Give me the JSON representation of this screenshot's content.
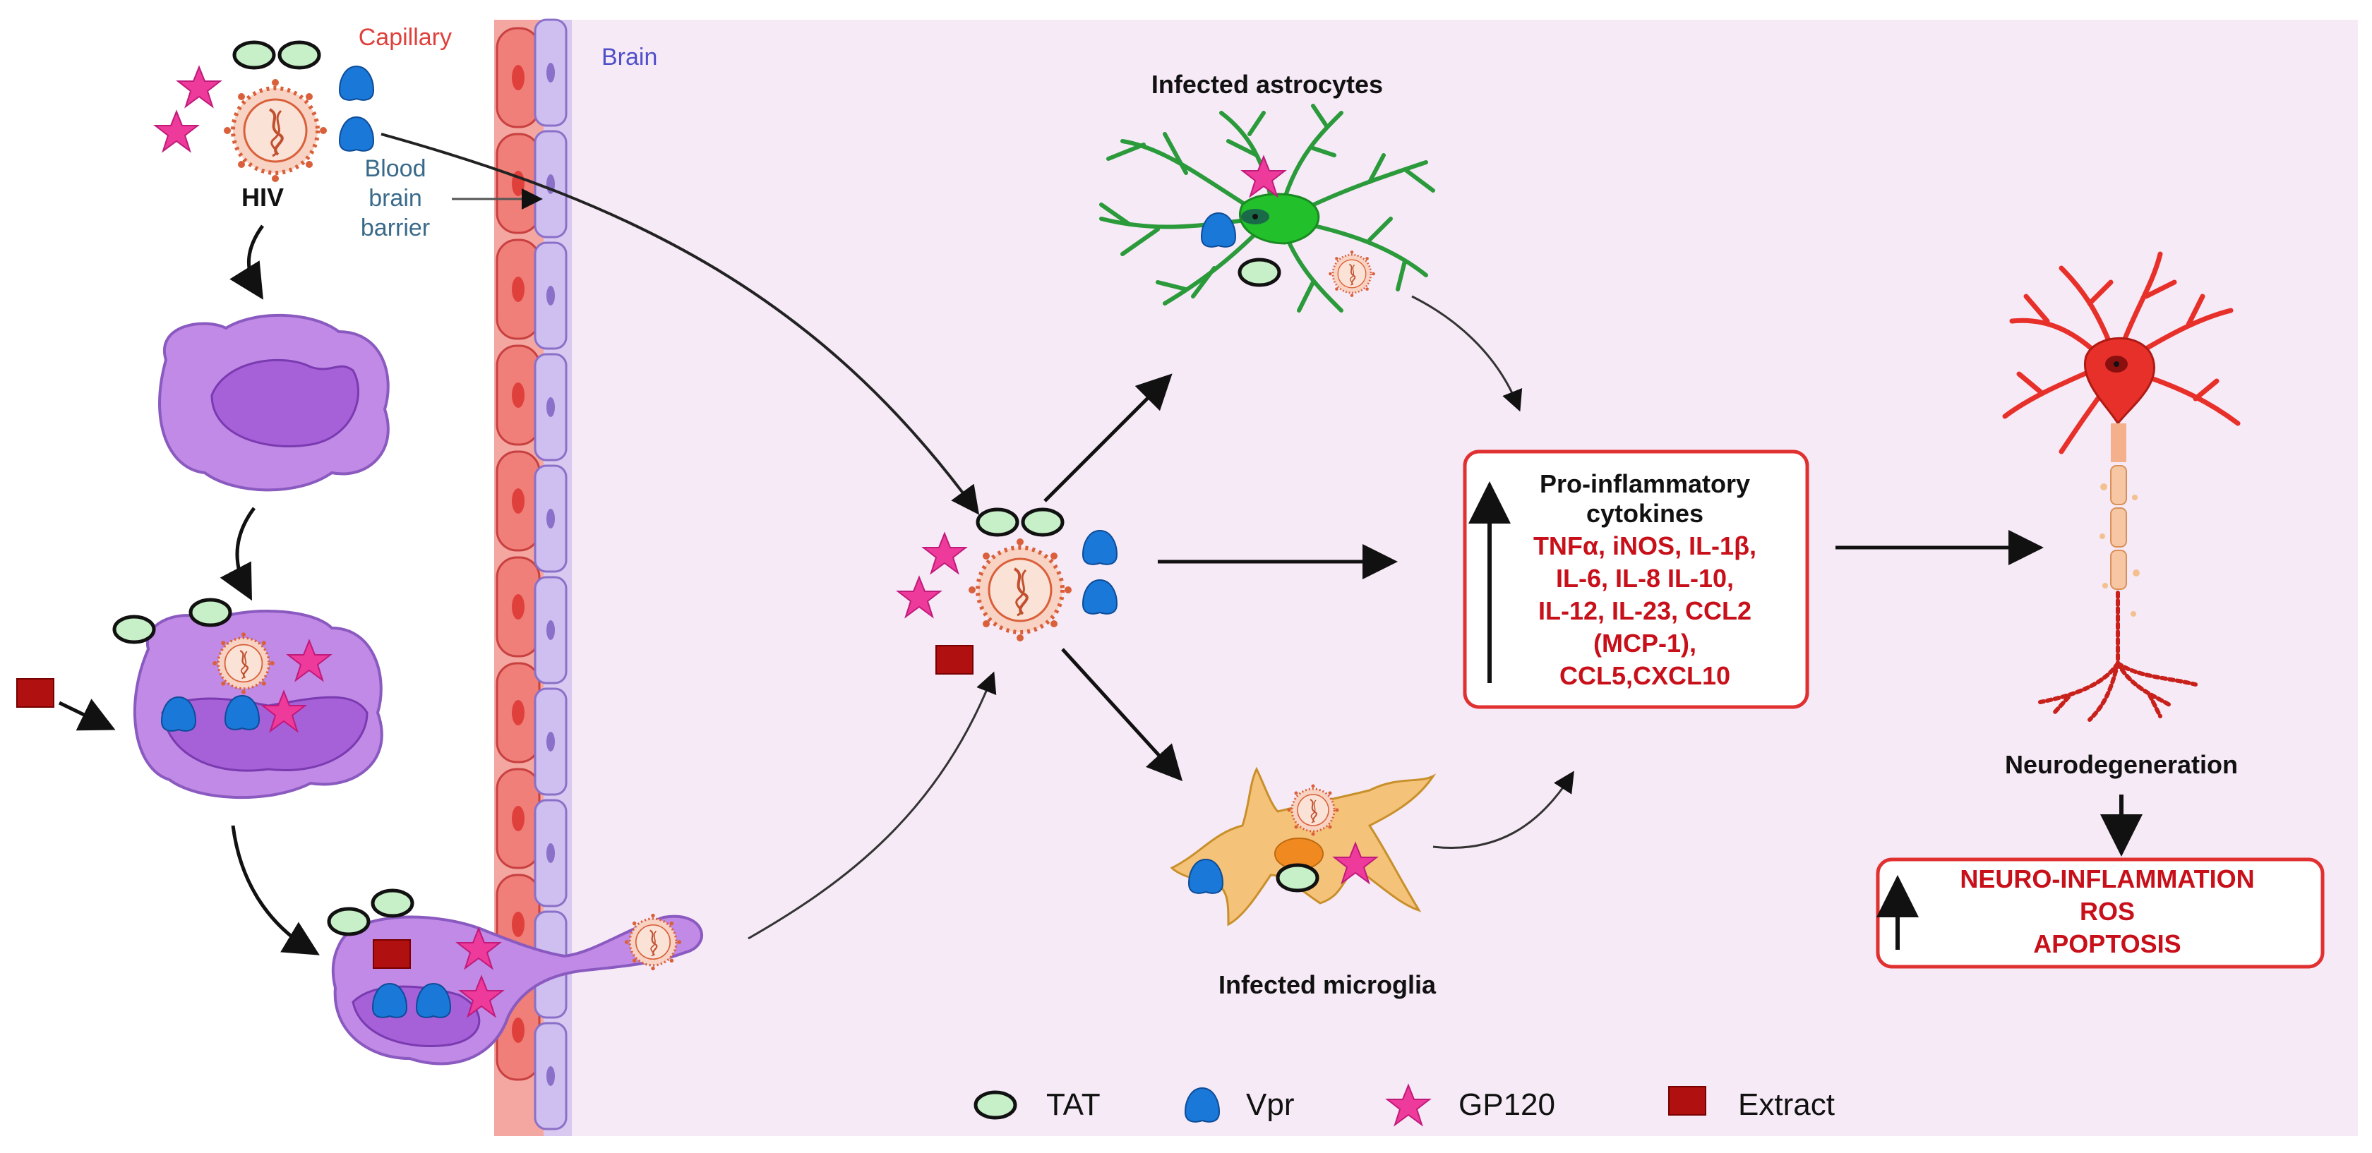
{
  "labels": {
    "capillary": "Capillary",
    "brain": "Brain",
    "hiv": "HIV",
    "bbb_line1": "Blood",
    "bbb_line2": "brain",
    "bbb_line3": "barrier",
    "infected_astrocytes": "Infected astrocytes",
    "infected_microglia": "Infected microglia",
    "neurodegeneration": "Neurodegeneration"
  },
  "cytokines_box": {
    "title_line1": "Pro-inflammatory",
    "title_line2": "cytokines",
    "items": [
      "TNFα, iNOS, IL-1β,",
      "IL-6, IL-8 IL-10,",
      "IL-12, IL-23, CCL2",
      "(MCP-1),",
      "CCL5,CXCL10"
    ]
  },
  "outcome_box": {
    "items": [
      "NEURO-INFLAMMATION",
      "ROS",
      "APOPTOSIS"
    ]
  },
  "legend": [
    {
      "label": "TAT",
      "icon": "tat-oval-icon"
    },
    {
      "label": "Vpr",
      "icon": "vpr-drop-icon"
    },
    {
      "label": "GP120",
      "icon": "gp120-star-icon"
    },
    {
      "label": "Extract",
      "icon": "extract-square-icon"
    }
  ],
  "colors": {
    "capillary_red": "#e0403c",
    "brain_label": "#5050c8",
    "bbb_label": "#3a6a8a",
    "cytokine_red": "#c8101a",
    "box_border": "#e03030",
    "brain_bg": "#f6eaf7",
    "monocyte": "#c08ae6",
    "astrocyte": "#2a9a3a",
    "microglia": "#f5c27a",
    "neuron": "#e8302a",
    "tat_fill": "#c8f0c8",
    "vpr": "#1a78d8",
    "gp120": "#ee3a9a",
    "extract": "#b01010"
  }
}
